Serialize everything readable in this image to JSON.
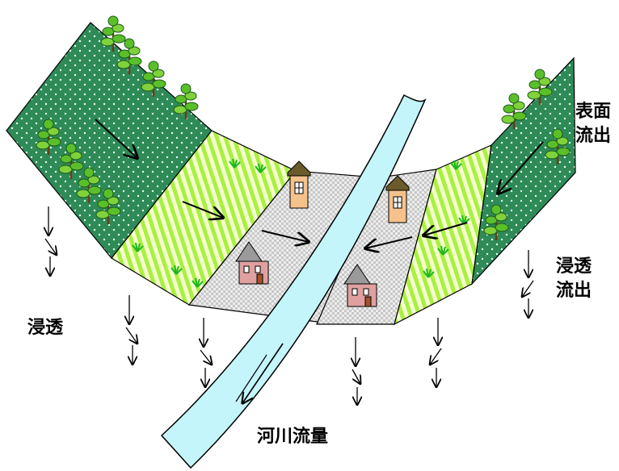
{
  "labels": {
    "surface_runoff": [
      "表面",
      "流出"
    ],
    "interflow": [
      "浸透",
      "流出"
    ],
    "infiltration": "浸透",
    "river_flow": "河川流量"
  },
  "colors": {
    "forest": "#2e8b57",
    "grass_stripe": "#aaf040",
    "grass_base": "#f4ffd0",
    "town": "#d8d8d8",
    "river": "#c4f5fa",
    "outline": "#000000"
  }
}
